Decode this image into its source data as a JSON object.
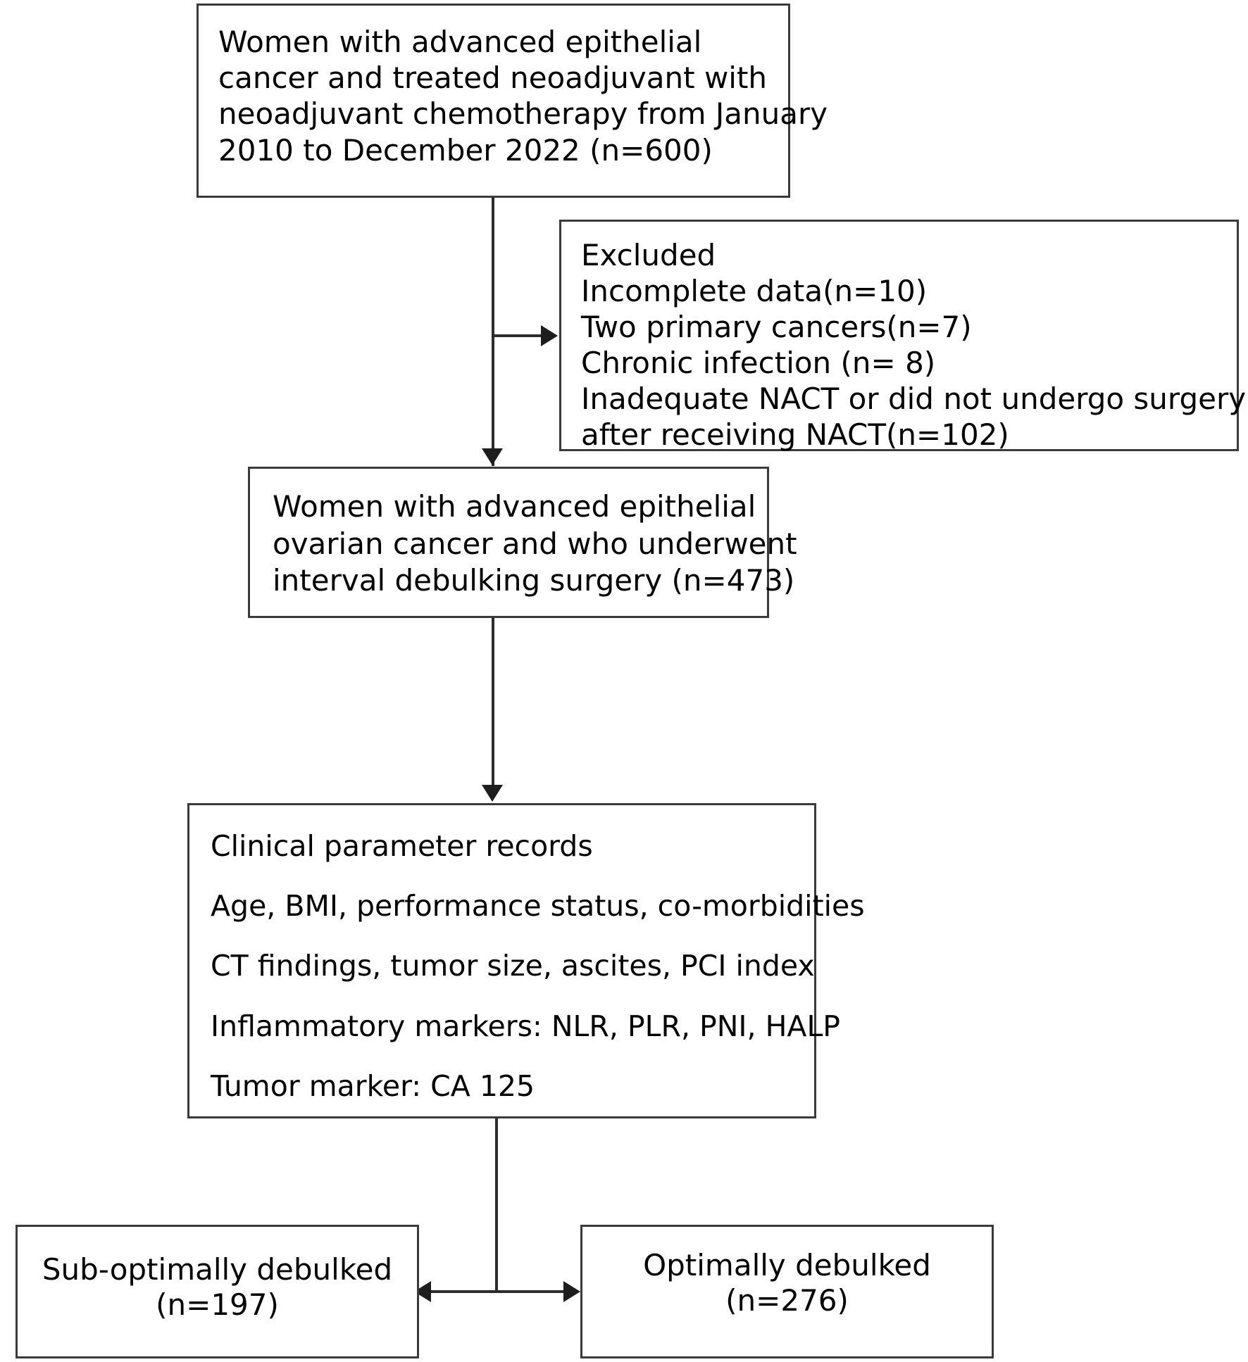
{
  "diagram": {
    "type": "flowchart",
    "title": "Patient selection flow diagram",
    "colors": {
      "box_border": "#3a3a3a",
      "connector": "#2c2c2c",
      "text": "#000000",
      "background": "#ffffff"
    },
    "boxes": {
      "enrollment": {
        "name": "enrollment-box",
        "lines": [
          "Women with advanced epithelial",
          "cancer and treated neoadjuvant with",
          "neoadjuvant chemotherapy from January",
          "2010 to December 2022 (n=600)"
        ],
        "count": 600
      },
      "excluded": {
        "name": "excluded-box",
        "heading": "Excluded",
        "lines": [
          "Incomplete data(n=10)",
          "Two primary cancers(n=7)",
          "Chronic infection (n= 8)",
          "Inadequate NACT or did not undergo surgery",
          "after receiving NACT(n=102)"
        ],
        "counts": {
          "incomplete_data": 10,
          "two_primary_cancers": 7,
          "chronic_infection": 8,
          "inadequate_nact_or_no_surgery": 102
        }
      },
      "included": {
        "name": "included-cohort-box",
        "lines": [
          "Women with advanced epithelial",
          "ovarian cancer and who underwent",
          "interval debulking surgery (n=473)"
        ],
        "count": 473
      },
      "parameters": {
        "name": "clinical-parameters-box",
        "heading": "Clinical parameter records",
        "lines": [
          "Age, BMI, performance status, co-morbidities",
          "CT findings, tumor size, ascites, PCI index",
          "Inflammatory markers: NLR, PLR, PNI, HALP",
          "Tumor marker: CA 125"
        ]
      },
      "suboptimal": {
        "name": "suboptimal-outcome-box",
        "label": "Sub-optimally debulked",
        "count_label": "(n=197)",
        "count": 197
      },
      "optimal": {
        "name": "optimal-outcome-box",
        "label": "Optimally debulked",
        "count_label": "(n=276)",
        "count": 276
      }
    }
  }
}
